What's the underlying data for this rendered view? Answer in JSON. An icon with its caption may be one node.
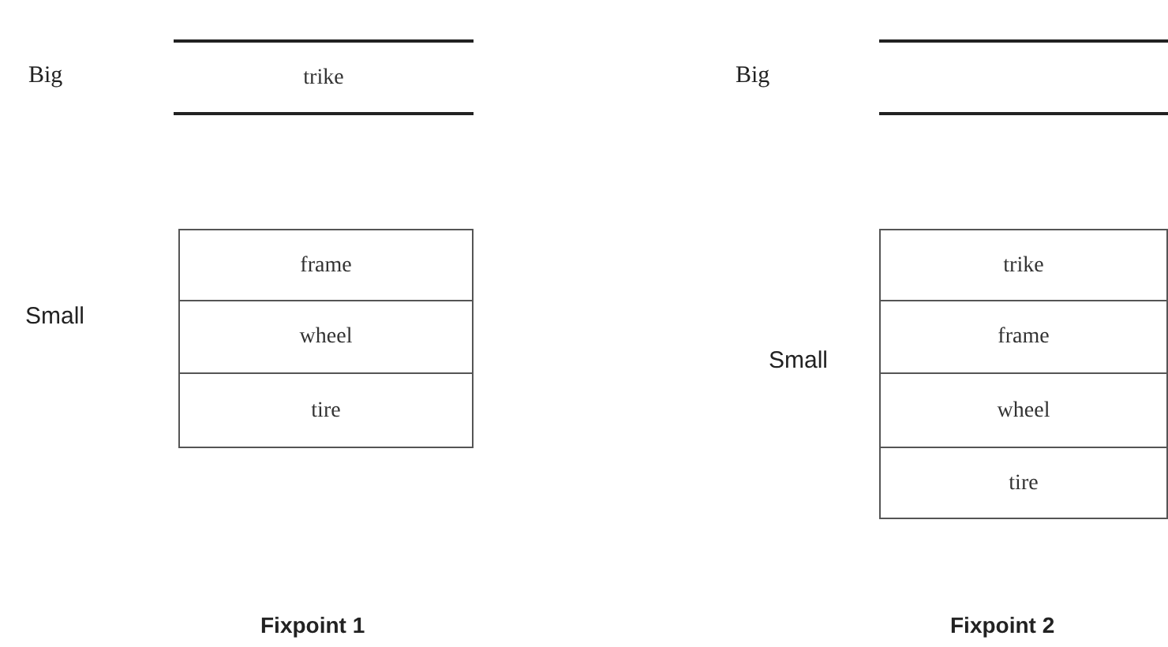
{
  "diagram": {
    "nodes": [
      {
        "text": [
          "trike"
        ]
      },
      {
        "text": [],
        "shape": "band"
      },
      {
        "text": [
          "frame"
        ]
      },
      {
        "text": [
          "wheel"
        ]
      },
      {
        "text": [
          "tire"
        ]
      },
      {
        "text": [
          "trike"
        ]
      },
      {
        "text": [
          "frame"
        ]
      },
      {
        "text": [
          "wheel"
        ]
      },
      {
        "text": [
          "tire"
        ]
      }
    ],
    "edges": [],
    "labels": [
      "Big",
      "Big",
      "Small",
      "Small",
      "Fixpoint 1",
      "Fixpoint 2"
    ]
  }
}
